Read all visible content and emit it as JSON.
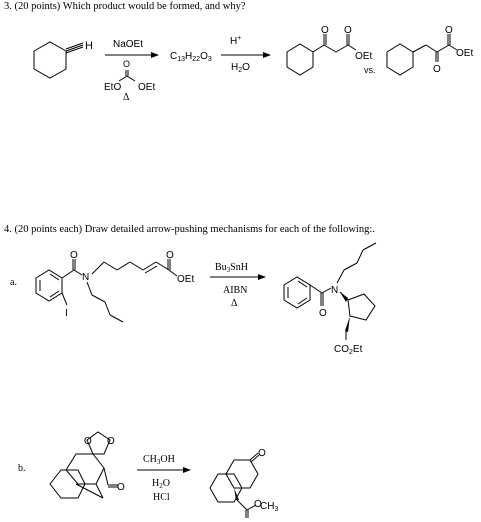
{
  "q3": {
    "heading": "3.  (20 points) Which product would be formed, and why?",
    "reagent1_top": "NaOEt",
    "reagent1_bottom_left": "EtO",
    "reagent1_bottom_right": "OEt",
    "delta": "Δ",
    "intermediate_formula": "C13H22O3",
    "reagent2_top": "H+",
    "reagent2_bottom": "H2O",
    "alkyne_H": "H",
    "O_label": "O",
    "product1_oet": "OEt",
    "vs": "vs.",
    "product2_oet": "OEt"
  },
  "q4": {
    "heading": "4.  (20 points each) Draw detailed arrow-pushing mechanisms for each of the following:.",
    "a": {
      "label": "a.",
      "N": "N",
      "I": "I",
      "O": "O",
      "OEt": "OEt",
      "reagent_top": "Bu3SnH",
      "reagent_bottom1": "AIBN",
      "reagent_bottom2": "Δ",
      "product_N": "N",
      "product_O": "O",
      "product_ester": "CO2Et"
    },
    "b": {
      "label": "b.",
      "O": "O",
      "reagent_top": "CH3OH",
      "reagent_bottom1": "H2O",
      "reagent_bottom2": "HCl",
      "product_ester": "OCH3"
    }
  }
}
